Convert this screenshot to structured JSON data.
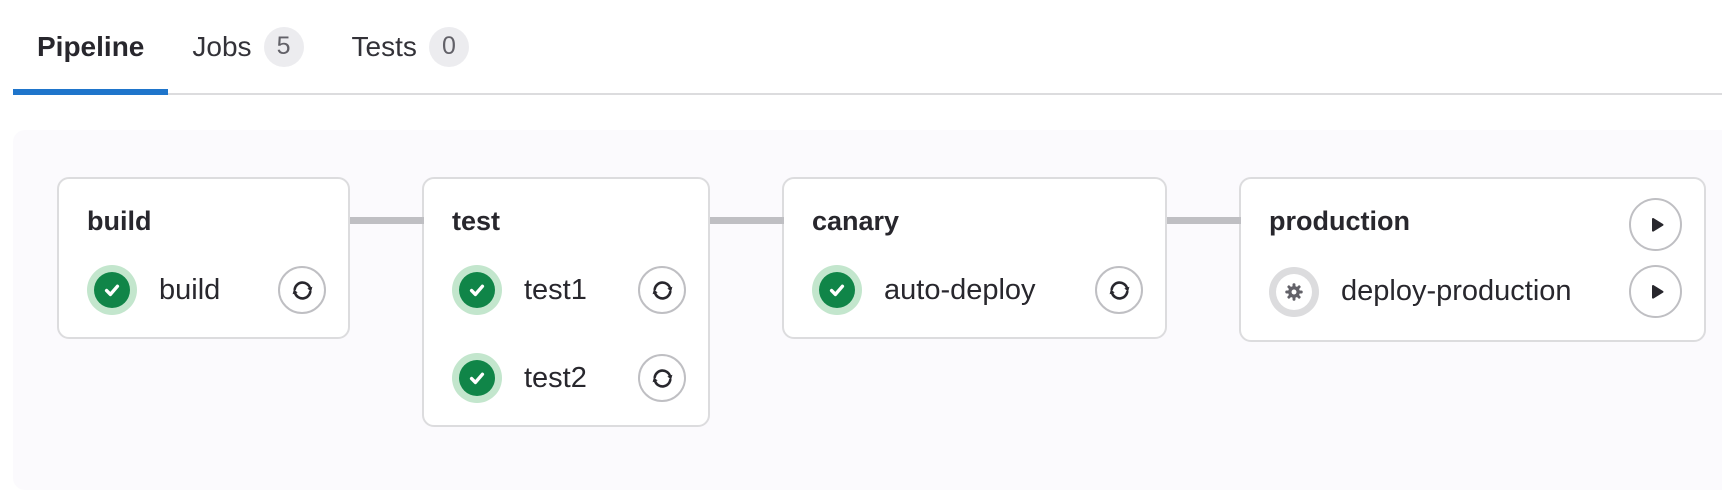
{
  "tabs": {
    "items": [
      {
        "label": "Pipeline",
        "active": true,
        "badge": null
      },
      {
        "label": "Jobs",
        "active": false,
        "badge": "5"
      },
      {
        "label": "Tests",
        "active": false,
        "badge": "0"
      }
    ]
  },
  "pipeline": {
    "stages": [
      {
        "name": "build",
        "header_action": null,
        "jobs": [
          {
            "name": "build",
            "status": "success",
            "action": "retry"
          }
        ]
      },
      {
        "name": "test",
        "header_action": null,
        "jobs": [
          {
            "name": "test1",
            "status": "success",
            "action": "retry"
          },
          {
            "name": "test2",
            "status": "success",
            "action": "retry"
          }
        ]
      },
      {
        "name": "canary",
        "header_action": null,
        "jobs": [
          {
            "name": "auto-deploy",
            "status": "success",
            "action": "retry"
          }
        ]
      },
      {
        "name": "production",
        "header_action": "play",
        "jobs": [
          {
            "name": "deploy-production",
            "status": "manual",
            "action": "play"
          }
        ]
      }
    ]
  },
  "icons": {
    "success": "check-circle-icon",
    "manual": "gear-icon",
    "retry": "retry-icon",
    "play": "play-icon"
  },
  "colors": {
    "accent_blue": "#1f75cb",
    "success_green": "#108548",
    "success_halo": "#c3e6cd",
    "manual_gear_gray": "#626168",
    "badge_bg": "#ececef",
    "card_border": "#dcdcde",
    "connector": "#bfbfc3",
    "canvas_bg": "#fbfafd"
  }
}
